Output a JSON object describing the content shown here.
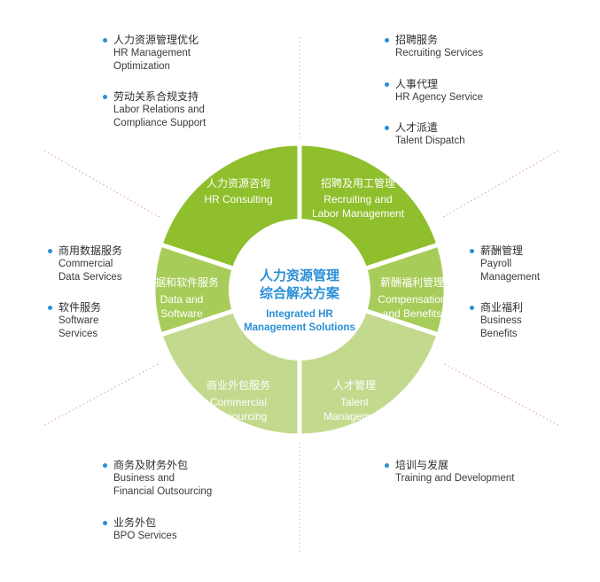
{
  "colors": {
    "top": "#8fbf2c",
    "middle": "#a8cc5a",
    "bottom": "#c3d98e",
    "center_text": "#2a8fd6",
    "bullet": "#2a8fd6",
    "guide": "#e29b9b",
    "guide_blue": "#6ab0e0"
  },
  "center": {
    "zh_line1": "人力资源管理",
    "zh_line2": "综合解决方案",
    "en_line1": "Integrated HR",
    "en_line2": "Management Solutions"
  },
  "segments": [
    {
      "id": "hr-consulting",
      "zh": "人力资源咨询",
      "en": [
        "HR Consulting"
      ]
    },
    {
      "id": "recruiting",
      "zh": "招聘及用工管理",
      "en": [
        "Recruiting and",
        "Labor Management"
      ]
    },
    {
      "id": "compensation",
      "zh": "薪酬福利管理",
      "en": [
        "Compensation",
        "and Benefits"
      ]
    },
    {
      "id": "talent",
      "zh": "人才管理",
      "en": [
        "Talent",
        "Management"
      ]
    },
    {
      "id": "outsourcing",
      "zh": "商业外包服务",
      "en": [
        "Commercial",
        "Outsourcing"
      ]
    },
    {
      "id": "data-software",
      "zh": "数据和软件服务",
      "en": [
        "Data and",
        "Software"
      ]
    }
  ],
  "bullets": {
    "hr_mgmt": {
      "zh": "人力资源管理优化",
      "en1": "HR Management",
      "en2": "Optimization"
    },
    "labor": {
      "zh": "劳动关系合规支持",
      "en1": "Labor Relations and",
      "en2": "Compliance Support"
    },
    "recruit": {
      "zh": "招聘服务",
      "en1": "Recruiting Services"
    },
    "agency": {
      "zh": "人事代理",
      "en1": "HR Agency Service"
    },
    "dispatch": {
      "zh": "人才派遣",
      "en1": "Talent Dispatch"
    },
    "commercial_data": {
      "zh": "商用数据服务",
      "en1": "Commercial",
      "en2": "Data Services"
    },
    "software": {
      "zh": "软件服务",
      "en1": "Software",
      "en2": "Services"
    },
    "payroll": {
      "zh": "薪酬管理",
      "en1": "Payroll",
      "en2": "Management"
    },
    "benefits": {
      "zh": "商业福利",
      "en1": "Business",
      "en2": "Benefits"
    },
    "biz_fin": {
      "zh": "商务及财务外包",
      "en1": "Business and",
      "en2": "Financial Outsourcing"
    },
    "bpo": {
      "zh": "业务外包",
      "en1": "BPO Services"
    },
    "training": {
      "zh": "培训与发展",
      "en1": "Training and Development"
    }
  }
}
